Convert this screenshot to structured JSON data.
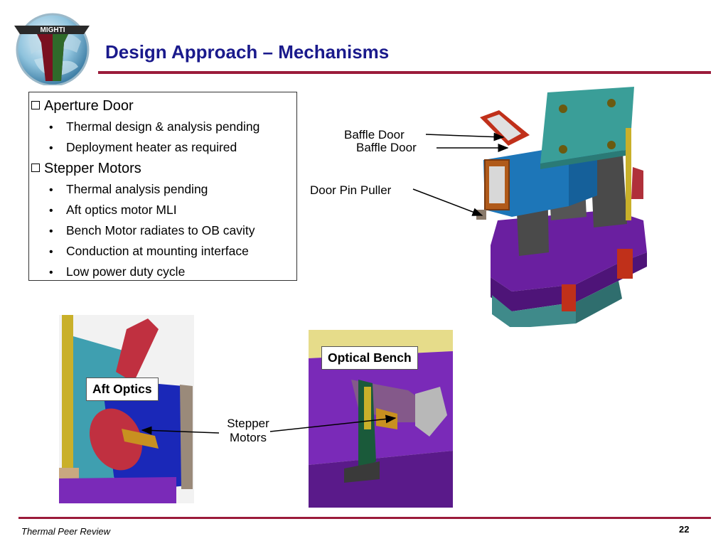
{
  "logo": {
    "text": "MIGHTI"
  },
  "header": {
    "title": "Design Approach – Mechanisms"
  },
  "bullets": {
    "sections": [
      {
        "heading": "Aperture Door",
        "items": [
          "Thermal design & analysis pending",
          "Deployment heater as required"
        ]
      },
      {
        "heading": "Stepper Motors",
        "items": [
          "Thermal analysis pending",
          "Aft optics motor MLI",
          "Bench Motor radiates to OB cavity",
          "Conduction at mounting interface",
          "Low power duty cycle"
        ]
      }
    ]
  },
  "labels": {
    "baffle_door_1": "Baffle Door",
    "baffle_door_2": "Baffle Door",
    "door_pin_puller": "Door Pin Puller",
    "aft_optics": "Aft Optics",
    "optical_bench": "Optical Bench",
    "stepper_motors_line1": "Stepper",
    "stepper_motors_line2": "Motors"
  },
  "footer": {
    "text": "Thermal Peer Review",
    "page": "22"
  },
  "colors": {
    "title": "#1a1a8c",
    "accent": "#9b1b3a"
  }
}
